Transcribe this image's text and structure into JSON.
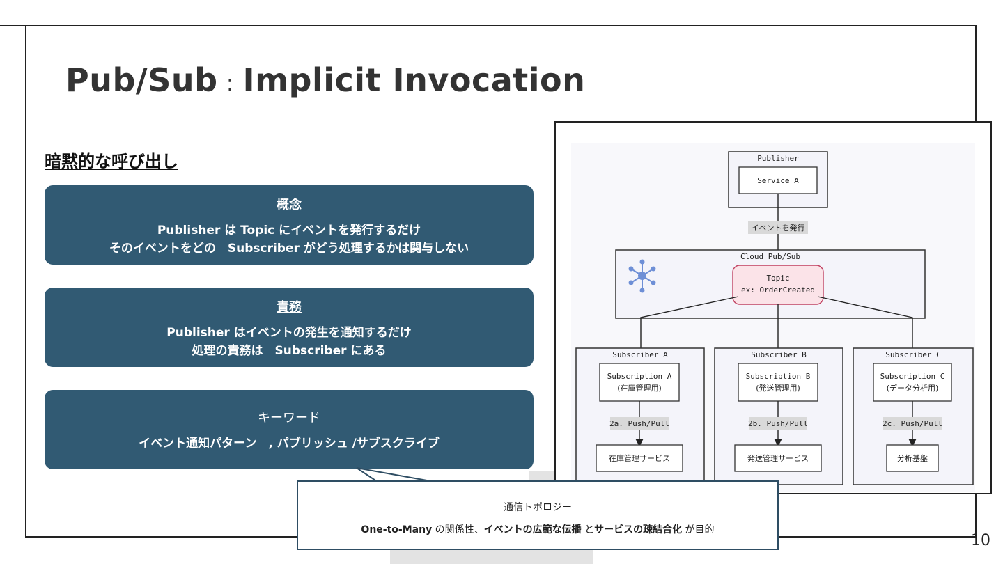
{
  "slide": {
    "title_main": "Pub/Sub",
    "title_sep": ":",
    "title_rest": "Implicit Invocation",
    "subtitle": "暗黙的な呼び出し",
    "page_number": "10"
  },
  "cards": [
    {
      "head": "概念",
      "lines": [
        "Publisher は Topic にイベントを発行するだけ",
        "そのイベントをどの　Subscriber がどう処理するかは関与しない"
      ]
    },
    {
      "head": "責務",
      "lines": [
        "Publisher はイベントの発生を通知するだけ",
        "処理の責務は　Subscriber にある"
      ]
    },
    {
      "head": "キーワード",
      "lines": [
        "イベント通知パターン　, パブリッシュ /サブスクライブ"
      ]
    }
  ],
  "callout": {
    "title": "通信トポロジー",
    "p1": "One-to-Many",
    "p2": " の関係性、",
    "p3": "イベントの広範な伝播",
    "p4": " と",
    "p5": "サービスの疎結合化",
    "p6": " が目的"
  },
  "diagram": {
    "publisher_label": "Publisher",
    "service_a": "Service A",
    "publish_edge": "イベントを発行",
    "cloud_label": "Cloud Pub/Sub",
    "topic_line1": "Topic",
    "topic_line2": "ex: OrderCreated",
    "subscribers": [
      {
        "group": "Subscriber A",
        "sub_line1": "Subscription A",
        "sub_line2": "(在庫管理用)",
        "edge": "2a. Push/Pull",
        "service": "在庫管理サービス"
      },
      {
        "group": "Subscriber B",
        "sub_line1": "Subscription B",
        "sub_line2": "(発送管理用)",
        "edge": "2b. Push/Pull",
        "service": "発送管理サービス"
      },
      {
        "group": "Subscriber C",
        "sub_line1": "Subscription C",
        "sub_line2": "(データ分析用)",
        "edge": "2c. Push/Pull",
        "service": "分析基盤"
      }
    ],
    "colors": {
      "topic_fill": "#fbe3e8",
      "topic_stroke": "#c04060",
      "icon": "#6e8fd6"
    }
  }
}
